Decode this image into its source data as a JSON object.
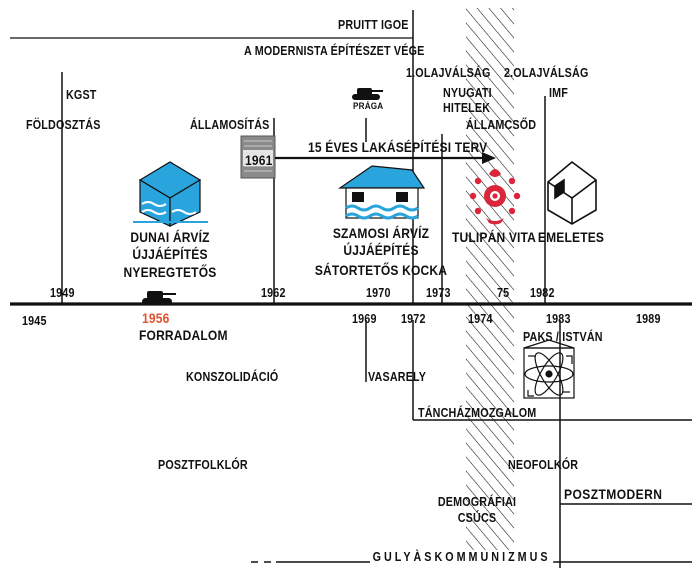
{
  "colors": {
    "accent_red": "#e2522e",
    "house_blue": "#29a4dc",
    "emblem_red": "#d9263b",
    "ink": "#111111"
  },
  "icons": [
    "tank-icon",
    "house-flood-icon",
    "building-1961-icon",
    "arrow-right-icon",
    "tulip-emblem-icon",
    "house-icon",
    "atom-emblem-icon"
  ],
  "timeline_years": {
    "above": [
      "1949",
      "1962",
      "1970",
      "1973",
      "75",
      "1982"
    ],
    "below": [
      "1945",
      "1956",
      "1969",
      "1972",
      "1974",
      "1983",
      "1989"
    ]
  },
  "labels": {
    "pruitt": "PRUITT IGOE",
    "modernista": "A MODERNISTA ÉPÍTÉSZET VÉGE",
    "olaj1": "1.OLAJVÁLSÁG",
    "olaj2": "2.OLAJVÁLSÁG",
    "kgst": "KGST",
    "foldosztas": "FÖLDOSZTÁS",
    "allamositas": "ÁLLAMOSÍTÁS",
    "praga": "PRÁGA",
    "nyugati": "NYUGATI",
    "hitelek": "HITELEK",
    "imf": "IMF",
    "allamcsod": "ÁLLAMCSŐD",
    "building_year": "1961",
    "terv": "15 ÉVES LAKÁSÉPÍTÉSI TERV",
    "dunai1": "DUNAI  ÁRVÍZ",
    "dunai2": "ÚJJÁÉPÍTÉS",
    "nyeregtetos": "NYEREGTETŐS",
    "szamosi1": "SZAMOSI  ÁRVÍZ",
    "szamosi2": "ÚJJÁÉPÍTÉS",
    "satortetos": "SÁTORTETŐS KOCKA",
    "tulipan": "TULIPÁN VITA",
    "emeletes": "EMELETES",
    "forradalom": "FORRADALOM",
    "konszolidacio": "KONSZOLIDÁCIÓ",
    "vasarely": "VASARELY",
    "paks": "PAKS / ISTVÁN",
    "tanchaz": "TÁNCHÁZMOZGALOM",
    "posztfolklor": "POSZTFOLKLÓR",
    "neofolkor": "NEOFOLKÓR",
    "demografiai1": "DEMOGRÁFIAI",
    "demografiai2": "CSÚCS",
    "posztmodern": "POSZTMODERN",
    "gulyas": "GULYÀSKOMMUNIZMUS"
  }
}
